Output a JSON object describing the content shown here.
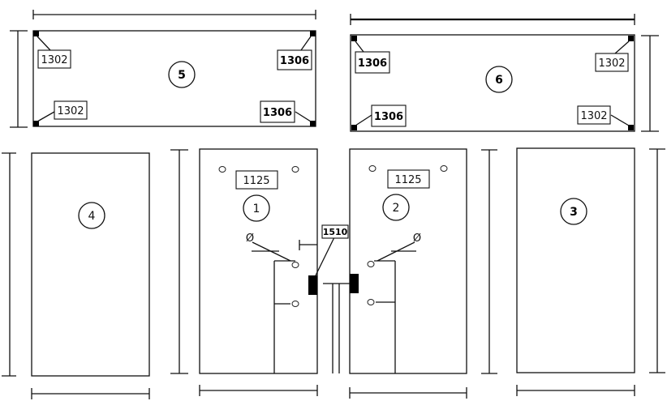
{
  "panels": {
    "p5": {
      "number": "5",
      "corner_tl": "1302",
      "corner_tr": "1306",
      "corner_bl": "1302",
      "corner_br": "1306"
    },
    "p6": {
      "number": "6",
      "corner_tl": "1306",
      "corner_tr": "1302",
      "corner_bl": "1306",
      "corner_br": "1302"
    },
    "p4": {
      "number": "4"
    },
    "p1": {
      "number": "1",
      "label": "1125",
      "symbol": "Ø"
    },
    "p2": {
      "number": "2",
      "label": "1125",
      "symbol": "Ø"
    },
    "p3": {
      "number": "3"
    }
  },
  "hinge_label": "1510"
}
